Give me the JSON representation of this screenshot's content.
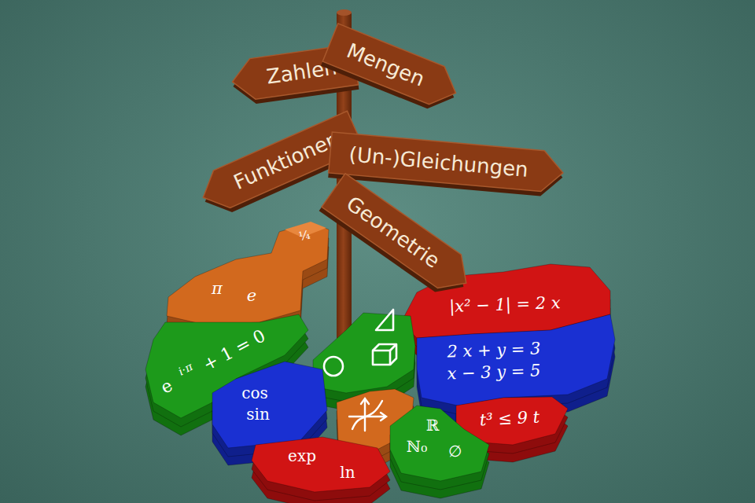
{
  "diagram": {
    "nodes": [
      {
        "text": [
          "Zahlen"
        ]
      },
      {
        "text": [
          "Mengen"
        ]
      },
      {
        "text": [
          "Funktionen"
        ]
      },
      {
        "text": [
          "(Un-)Gleichungen"
        ]
      },
      {
        "text": [
          "Geometrie"
        ]
      },
      {
        "text": [
          "¼",
          "π",
          "e"
        ]
      },
      {
        "text": [
          "|x² − 1| = 2 x"
        ]
      },
      {
        "text": [
          "2 x + y = 3",
          "x − 3 y = 5"
        ]
      },
      {
        "text": [
          "e",
          "i·π",
          "+ 1 = 0"
        ]
      },
      {
        "text": [
          "cos",
          "sin"
        ]
      },
      {
        "text": [
          "t³ ≤ 9 t"
        ]
      },
      {
        "text": [
          "ℝ",
          "ℕ₀",
          "∅"
        ]
      },
      {
        "text": [
          "exp",
          "ln"
        ]
      }
    ]
  }
}
